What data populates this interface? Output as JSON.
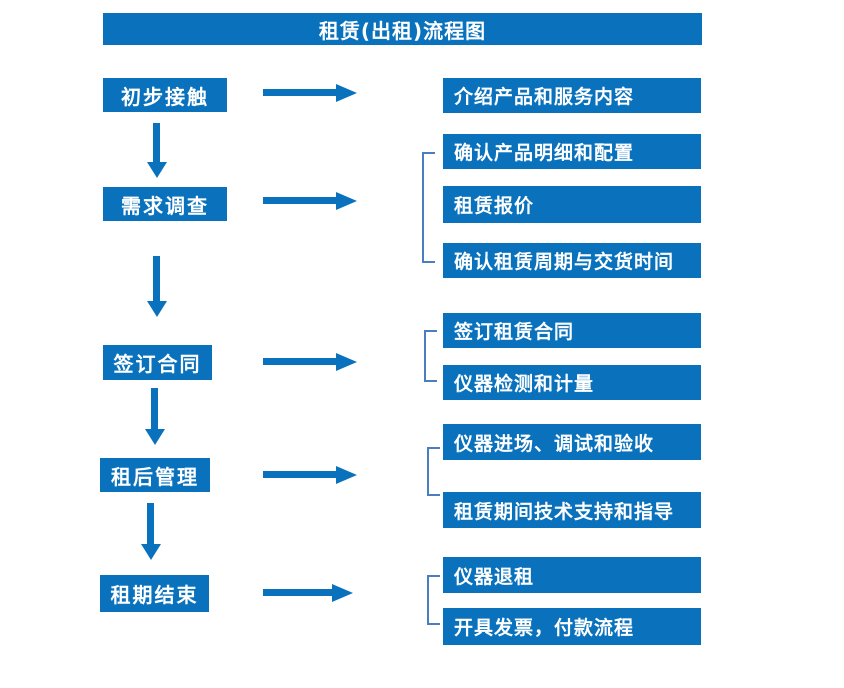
{
  "title": "租赁(出租)流程图",
  "colors": {
    "primary_blue": "#0a72bd",
    "bracket_blue": "#4a7ebf",
    "text_on_blue": "#ffffff",
    "background": "#ffffff"
  },
  "steps": [
    {
      "label": "初步接触",
      "details": [
        "介绍产品和服务内容"
      ]
    },
    {
      "label": "需求调查",
      "details": [
        "确认产品明细和配置",
        "租赁报价",
        "确认租赁周期与交货时间"
      ]
    },
    {
      "label": "签订合同",
      "details": [
        "签订租赁合同",
        "仪器检测和计量"
      ]
    },
    {
      "label": "租后管理",
      "details": [
        "仪器进场、调试和验收",
        "租赁期间技术支持和指导"
      ]
    },
    {
      "label": "租期结束",
      "details": [
        "仪器退租",
        "开具发票，付款流程"
      ]
    }
  ]
}
